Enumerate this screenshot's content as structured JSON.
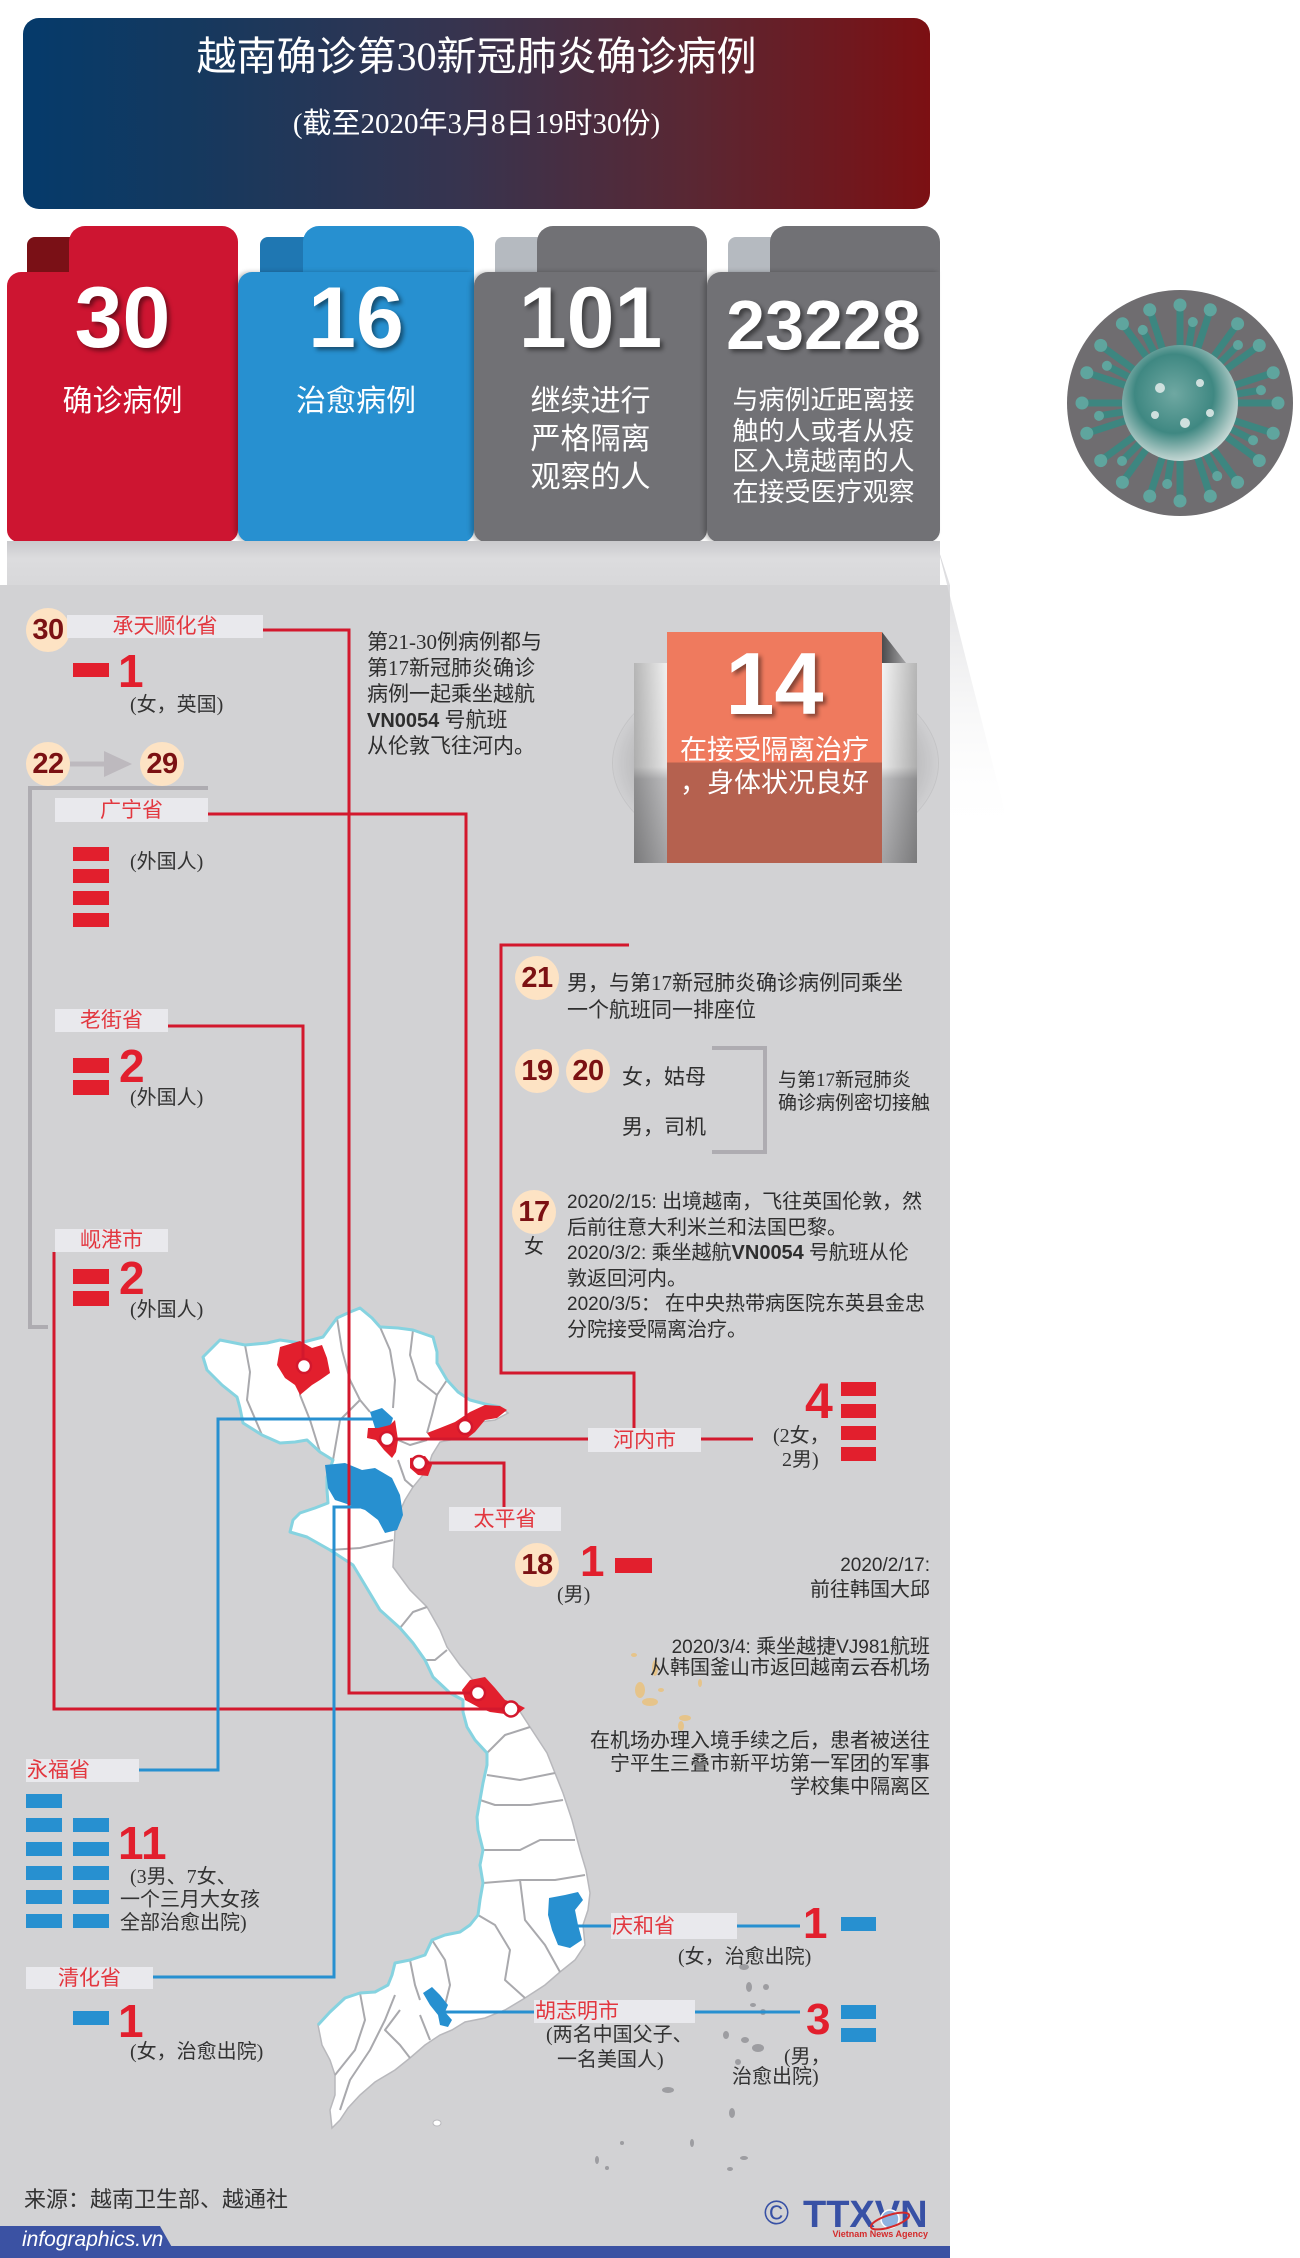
{
  "header": {
    "title": "越南确诊第30新冠肺炎确诊病例",
    "subtitle": "(截至2020年3月8日19时30份)"
  },
  "stats": [
    {
      "value": "30",
      "label_lines": [
        "确诊病例"
      ],
      "color": "#cd1531"
    },
    {
      "value": "16",
      "label_lines": [
        "治愈病例"
      ],
      "color": "#2790d0"
    },
    {
      "value": "101",
      "label_lines": [
        "继续进行",
        "严格隔离",
        "观察的人"
      ],
      "color": "#717175"
    },
    {
      "value": "23228",
      "label_lines": [
        "与病例近距离接",
        "触的人或者从疫",
        "区入境越南的人",
        "在接受医疗观察"
      ],
      "color": "#717175"
    }
  ],
  "palette": {
    "confirmed_bar": "#e21f2d",
    "recovered_bar": "#2790d0",
    "connector_red": "#d3182d",
    "case_circle": "#fde3c4",
    "case_number": "#7b1113",
    "province_label_text": "#e2373f",
    "panel_background": "#d2d2d4",
    "treatment_box": "#ef7a5e"
  },
  "flight_note": {
    "lines": [
      "第21-30例病例都与",
      "第17新冠肺炎确诊",
      "病例一起乘坐越航"
    ],
    "flight_code": "VN0054",
    "flight_suffix": " 号航班",
    "last_line": "从伦敦飞往河内。"
  },
  "treatment": {
    "value": "14",
    "lines": [
      "在接受隔离治疗",
      "，身体状况良好"
    ]
  },
  "case_range": {
    "start": "22",
    "end": "29"
  },
  "provinces": {
    "hue": {
      "name": "承天顺化省",
      "case": "30",
      "count": "1",
      "bar_count": 1,
      "bar_color": "red",
      "note": "(女，英国)"
    },
    "quang_ninh": {
      "name": "广宁省",
      "bar_count": 4,
      "bar_color": "red",
      "note": "(外国人)"
    },
    "lao_cai": {
      "name": "老街省",
      "count": "2",
      "bar_count": 2,
      "bar_color": "red",
      "note": "(外国人)"
    },
    "da_nang": {
      "name": "岘港市",
      "count": "2",
      "bar_count": 2,
      "bar_color": "red",
      "note": "(外国人)"
    },
    "vinh_phuc": {
      "name": "永福省",
      "count": "11",
      "bar_count": 11,
      "bar_color": "blue",
      "note_lines": [
        "(3男、7女、",
        "一个三月大女孩",
        "全部治愈出院)"
      ]
    },
    "thanh_hoa": {
      "name": "清化省",
      "count": "1",
      "bar_count": 1,
      "bar_color": "blue",
      "note": "(女，治愈出院)"
    },
    "hanoi": {
      "name": "河内市",
      "count": "4",
      "bar_count": 4,
      "bar_color": "red",
      "note_lines": [
        "(2女，",
        "2男)"
      ]
    },
    "thai_binh": {
      "name": "太平省",
      "case": "18",
      "count": "1",
      "bar_count": 1,
      "bar_color": "red",
      "note": "(男)",
      "details": {
        "date1": "2020/2/17:",
        "line1": "前往韩国大邱",
        "date2": "2020/3/4: ",
        "line2_text": "乘坐越捷",
        "line2_code": "VJ981",
        "line2_suffix": "航班",
        "line2_cont": "从韩国釜山市返回越南云吞机场",
        "line3": [
          "在机场办理入境手续之后，患者被送往",
          "宁平生三叠市新平坊第一军团的军事",
          "学校集中隔离区"
        ]
      }
    },
    "khanh_hoa": {
      "name": "庆和省",
      "count": "1",
      "bar_count": 1,
      "bar_color": "blue",
      "note": "(女，治愈出院)"
    },
    "hcmc": {
      "name": "胡志明市",
      "count": "3",
      "bar_count": 2,
      "bar_color": "blue",
      "note_lines": [
        "(两名中国父子、",
        "一名美国人)"
      ],
      "note_right_lines": [
        "(男，",
        "治愈出院)"
      ]
    }
  },
  "cases": {
    "c21": {
      "number": "21",
      "lines": [
        "男，与第17新冠肺炎确诊病例同乘坐",
        "一个航班同一排座位"
      ]
    },
    "c19_20": {
      "numbers": [
        "19",
        "20"
      ],
      "lines": [
        "女，姑母",
        "男，司机"
      ],
      "relation_lines": [
        "与第17新冠肺炎",
        "确诊病例密切接触"
      ]
    },
    "c17": {
      "number": "17",
      "gender": "女",
      "timeline": [
        {
          "date": "2020/2/15: ",
          "text": "出境越南，飞往英国伦敦，然",
          "cont": "后前往意大利米兰和法国巴黎。"
        },
        {
          "date": "2020/3/2: ",
          "text": "乘坐越航",
          "flight": "VN0054",
          "text_after": " 号航班从伦",
          "cont": "敦返回河内。"
        },
        {
          "date": "2020/3/5：",
          "text": " 在中央热带病医院东英县金忠",
          "cont": "分院接受隔离治疗。"
        }
      ]
    }
  },
  "footer": {
    "source": "来源：越南卫生部、越通社",
    "site": "infographics.vn",
    "copyright": "©",
    "logo_text": "TTXVN",
    "agency": "Vietnam News Agency"
  }
}
